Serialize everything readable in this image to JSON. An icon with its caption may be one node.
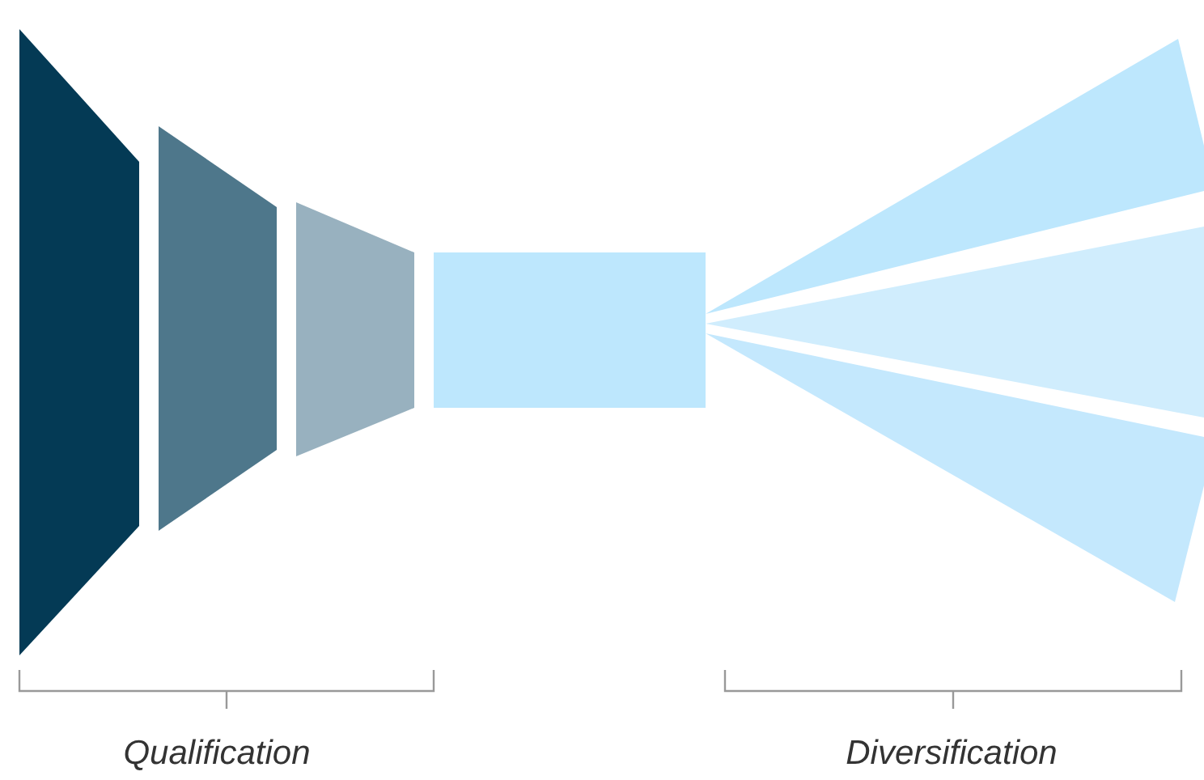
{
  "diagram": {
    "nodes": [
      {
        "text": [],
        "shape": "trapezoid"
      },
      {
        "text": [],
        "shape": "trapezoid"
      },
      {
        "text": [],
        "shape": "trapezoid"
      },
      {
        "text": [],
        "shape": "box"
      },
      {
        "text": [],
        "shape": "triangle"
      },
      {
        "text": [],
        "shape": "triangle"
      },
      {
        "text": [],
        "shape": "triangle"
      }
    ],
    "labels": [
      "Qualification",
      "Diversification"
    ]
  }
}
